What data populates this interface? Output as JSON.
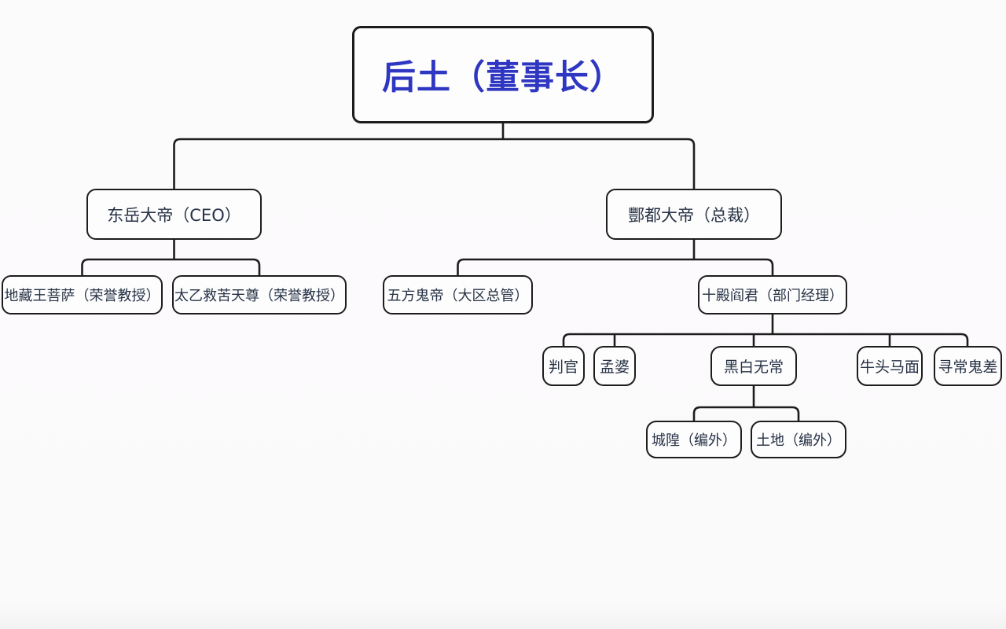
{
  "colors": {
    "title": "#2f36c2",
    "text": "#273246",
    "line": "#1d1d1d",
    "background": "#fbfafb",
    "box": "#fdfdfd"
  },
  "tree": {
    "label": "后土（董事长）",
    "children": [
      {
        "label": "东岳大帝（CEO）",
        "children": [
          {
            "label": "地藏王菩萨（荣誉教授）"
          },
          {
            "label": "太乙救苦天尊（荣誉教授）"
          }
        ]
      },
      {
        "label": "酆都大帝（总裁）",
        "children": [
          {
            "label": "五方鬼帝（大区总管）"
          },
          {
            "label": "十殿阎君（部门经理）",
            "children": [
              {
                "label": "判官"
              },
              {
                "label": "孟婆"
              },
              {
                "label": "黑白无常",
                "children": [
                  {
                    "label": "城隍（编外）"
                  },
                  {
                    "label": "土地（编外）"
                  }
                ]
              },
              {
                "label": "牛头马面"
              },
              {
                "label": "寻常鬼差"
              }
            ]
          }
        ]
      }
    ]
  }
}
